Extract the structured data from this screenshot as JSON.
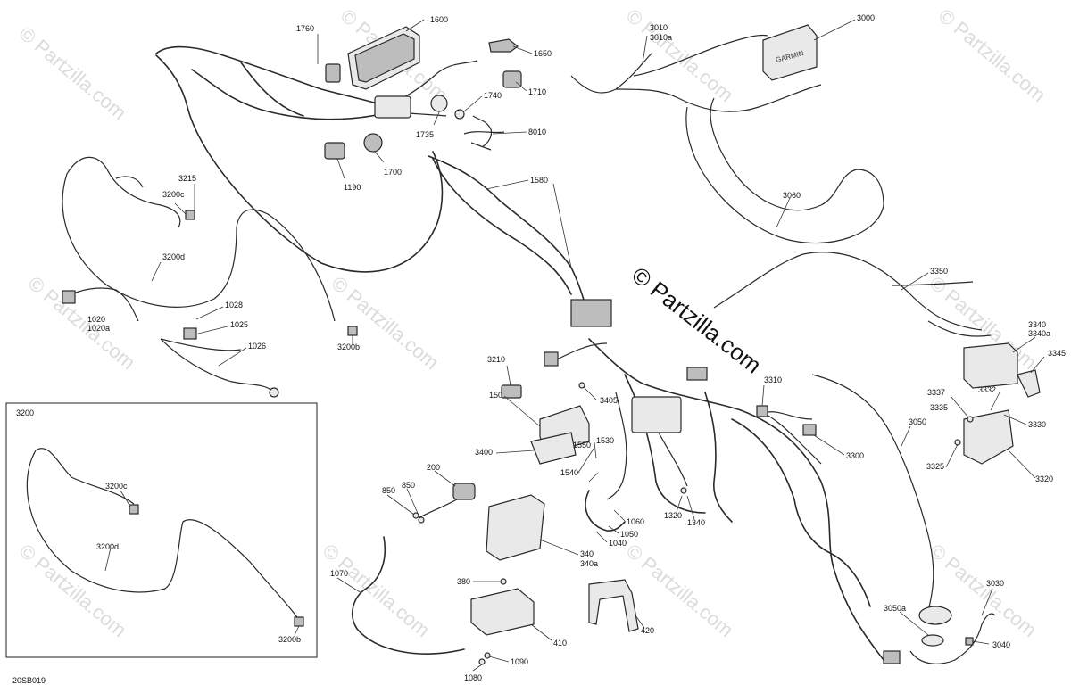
{
  "diagram": {
    "code": "20SB019",
    "watermark": "© Partzilla.com",
    "watermark_main": "© Partzilla.com",
    "inset_label": "3200",
    "labels": {
      "l1600": "1600",
      "l1760": "1760",
      "l1650": "1650",
      "l1710": "1710",
      "l1740": "1740",
      "l1735": "1735",
      "l8010": "8010",
      "l1700": "1700",
      "l1190": "1190",
      "l1580": "1580",
      "l3010": "3010",
      "l3010a": "3010a",
      "l3000": "3000",
      "l3060": "3060",
      "l3350": "3350",
      "l3340": "3340",
      "l3340a": "3340a",
      "l3345": "3345",
      "l3337": "3337",
      "l3332": "3332",
      "l3335": "3335",
      "l3330": "3330",
      "l3325": "3325",
      "l3320": "3320",
      "l3310": "3310",
      "l3300": "3300",
      "l3050": "3050",
      "l3050a": "3050a",
      "l3030": "3030",
      "l3040": "3040",
      "l3215": "3215",
      "l3200c": "3200c",
      "l3200d": "3200d",
      "l3200b": "3200b",
      "l1020": "1020",
      "l1020a": "1020a",
      "l1028": "1028",
      "l1025": "1025",
      "l1026": "1026",
      "l3210": "3210",
      "l3405": "3405",
      "l150": "150",
      "l3400": "3400",
      "l1550": "1550",
      "l1530": "1530",
      "l1540": "1540",
      "l1060": "1060",
      "l1050": "1050",
      "l1040": "1040",
      "l1320": "1320",
      "l1340": "1340",
      "l200": "200",
      "l850a": "850",
      "l850b": "850",
      "l340": "340",
      "l340a": "340a",
      "l380": "380",
      "l410": "410",
      "l420": "420",
      "l1070": "1070",
      "l1090": "1090",
      "l1080": "1080",
      "i3200c": "3200c",
      "i3200d": "3200d",
      "i3200b": "3200b"
    },
    "garmin_text": "GARMIN"
  }
}
